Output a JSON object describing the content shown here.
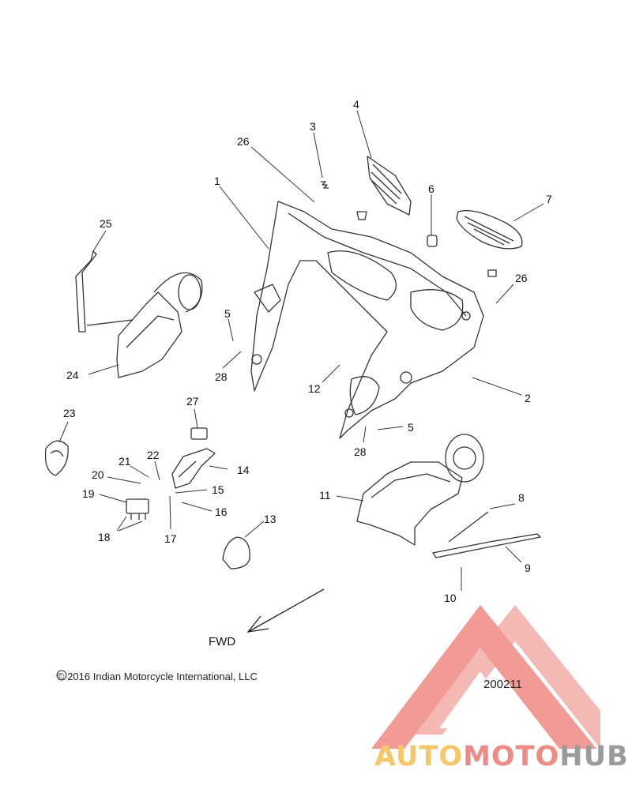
{
  "callouts": [
    "1",
    "2",
    "3",
    "4",
    "5",
    "6",
    "7",
    "8",
    "9",
    "10",
    "11",
    "12",
    "13",
    "14",
    "15",
    "16",
    "17",
    "18",
    "19",
    "20",
    "21",
    "22",
    "23",
    "24",
    "25",
    "26",
    "27",
    "28"
  ],
  "dup": {
    "five": "5",
    "twentysix": "26",
    "twentyeight": "28"
  },
  "fwd_label": "FWD",
  "copyright": "© 2016 Indian Motorcycle International, LLC",
  "part_number": "200211",
  "watermark": {
    "a": "AUTO",
    "b": "MOTO",
    "c": "HUB"
  },
  "colors": {
    "line": "#333333",
    "logo_red": "#f08a84",
    "logo_yellow": "#f5c76a",
    "logo_gray": "#9b9b9b"
  }
}
